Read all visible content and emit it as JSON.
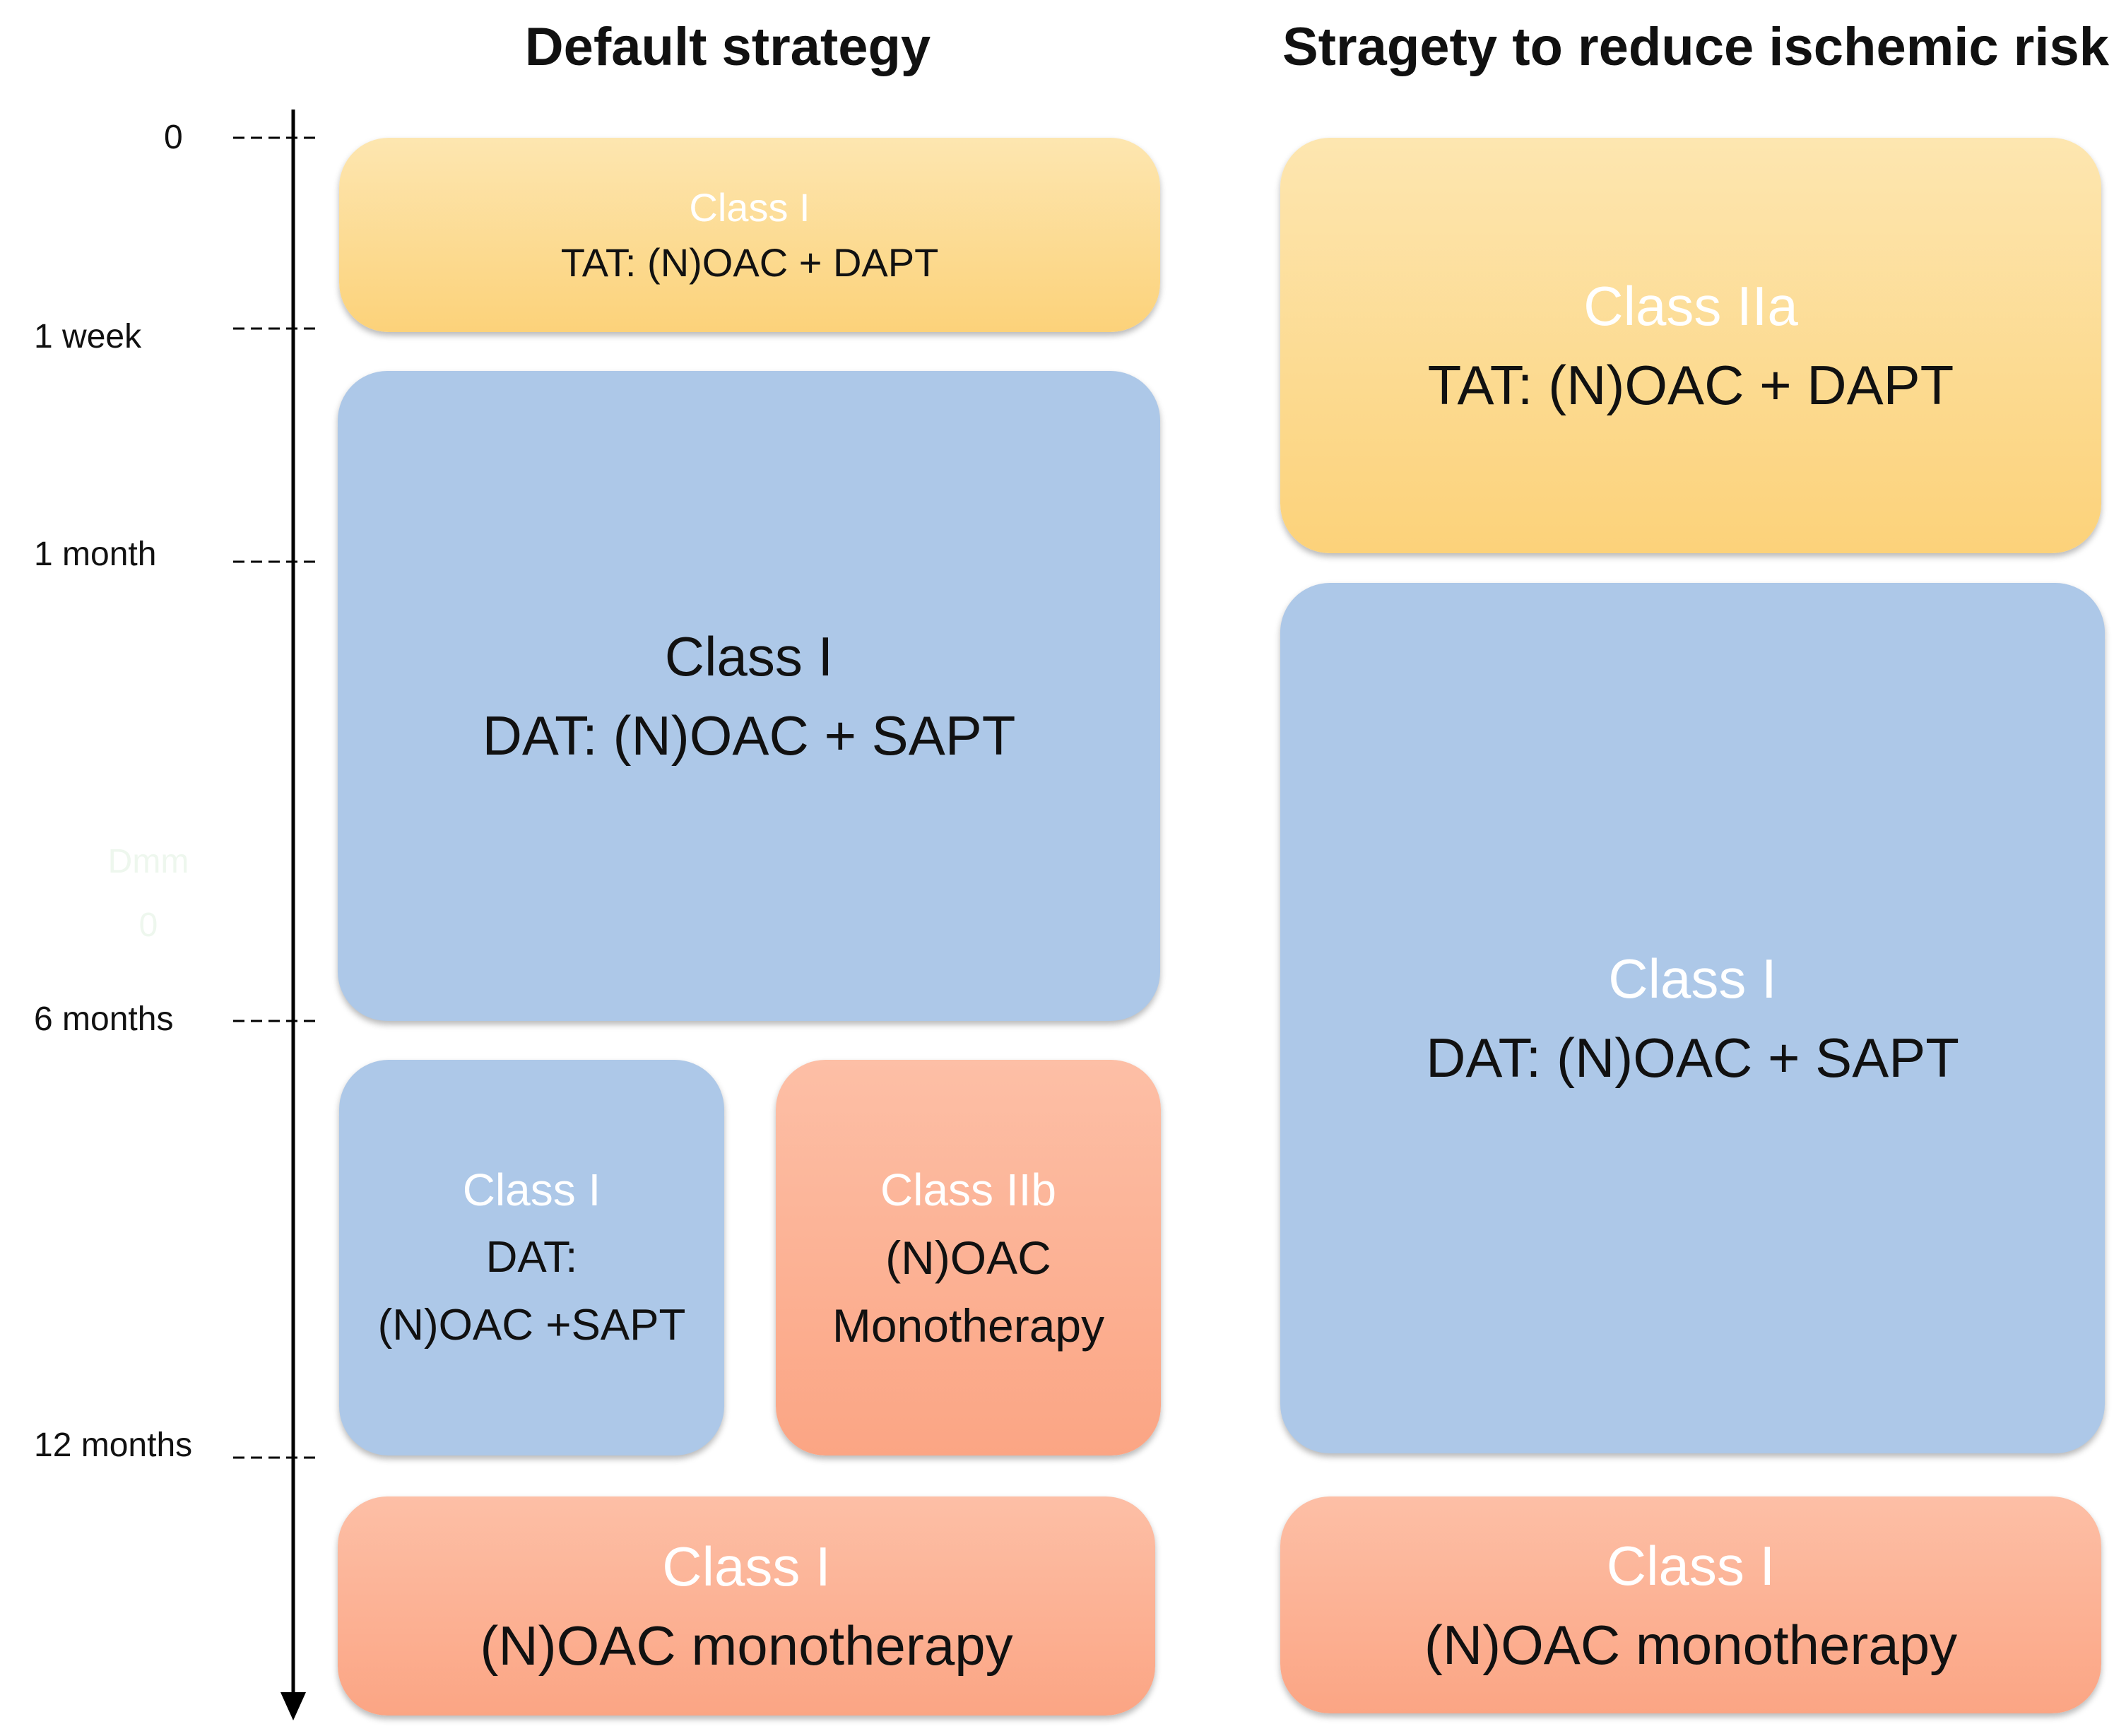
{
  "titles": {
    "left": "Default strategy",
    "right": "Stragety to reduce ischemic risk"
  },
  "timeline": {
    "ticks": [
      "0",
      "1 week",
      "1 month",
      "6 months",
      "12 months"
    ]
  },
  "faint_labels": [
    "Dmm",
    "0"
  ],
  "left_column": {
    "tat": {
      "class": "Class I",
      "therapy": "TAT: (N)OAC + DAPT"
    },
    "dat": {
      "class": "Class I",
      "therapy": "DAT: (N)OAC + SAPT"
    },
    "dat_extended": {
      "class": "Class I",
      "line1": "DAT:",
      "line2": "(N)OAC +SAPT"
    },
    "noac_mono_early": {
      "class": "Class IIb",
      "line1": "(N)OAC",
      "line2": "Monotherapy"
    },
    "noac_mono": {
      "class": "Class I",
      "therapy": "(N)OAC monotherapy"
    }
  },
  "right_column": {
    "tat": {
      "class": "Class IIa",
      "therapy": "TAT: (N)OAC + DAPT"
    },
    "dat": {
      "class": "Class I",
      "therapy": "DAT: (N)OAC + SAPT"
    },
    "noac_mono": {
      "class": "Class I",
      "therapy": "(N)OAC monotherapy"
    }
  },
  "colors": {
    "orange": "#fcd27a",
    "blue": "#adc8e8",
    "salmon": "#fba584",
    "class_text": "#ffffff"
  }
}
